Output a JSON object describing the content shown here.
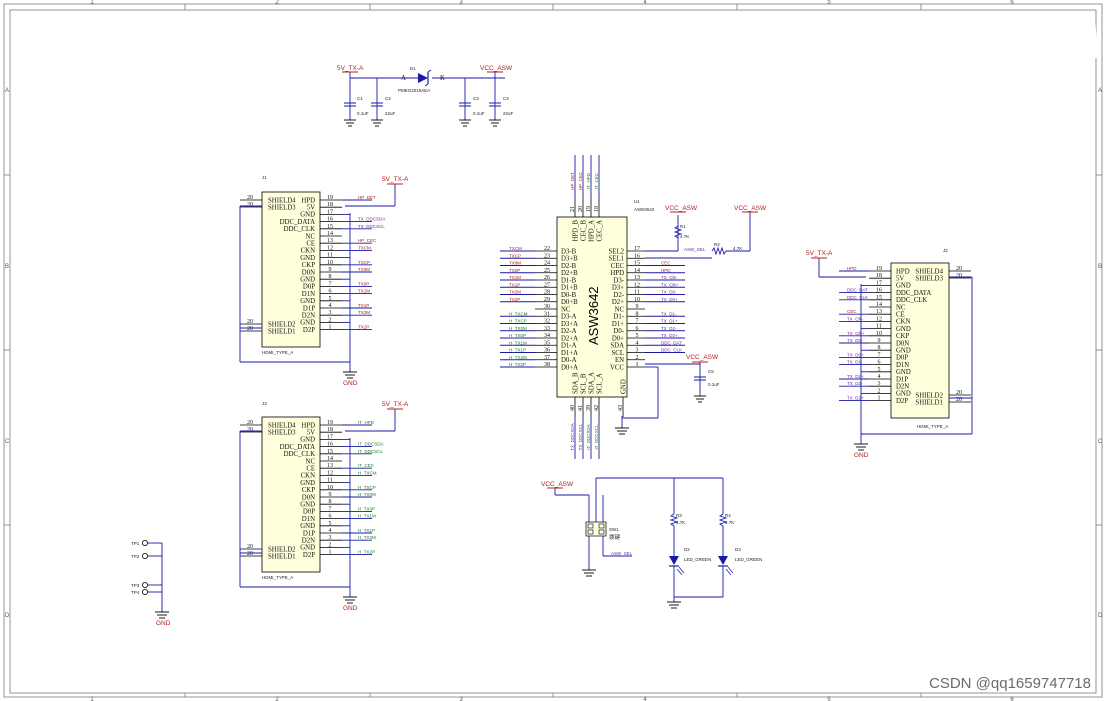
{
  "frame": {
    "col_labels": [
      "1",
      "2",
      "3",
      "4",
      "5",
      "6"
    ],
    "row_labels": [
      "A",
      "B",
      "C",
      "D"
    ]
  },
  "power_section": {
    "input_net": "5V_TX-A",
    "output_net": "VCC_ASW",
    "diode": {
      "ref": "D1",
      "part": "PMEG2010AEA",
      "anode": "A",
      "cathode": "K"
    },
    "caps": [
      {
        "ref": "C1",
        "value": "0.1uF"
      },
      {
        "ref": "C2",
        "value": "22uF"
      },
      {
        "ref": "C3",
        "value": "0.1uF"
      },
      {
        "ref": "C4",
        "value": "22uF"
      }
    ]
  },
  "j1": {
    "ref": "J1",
    "part": "HDMI_TYPE_A",
    "power": "5V_TX-A",
    "gnd": "GND",
    "nets": [
      "HP_DET",
      "",
      "",
      "TX_DDCSDA",
      "TX_DDCSCL",
      "",
      "HP_CEC",
      "TXCM",
      "",
      "TXCP",
      "TX0M",
      "",
      "TX0P",
      "TX1M",
      "",
      "TX1P",
      "TX2M",
      "",
      "TX2P"
    ]
  },
  "j3": {
    "ref": "J3",
    "part": "HDMI_TYPE_A",
    "power": "5V_TX-A",
    "gnd": "GND",
    "nets": [
      "IT_HPD",
      "",
      "",
      "IT_DDCSDA",
      "IT_DDCSCL",
      "",
      "IT_CEC",
      "H_TXCM",
      "",
      "H_TXCP",
      "H_TX0M",
      "",
      "H_TX0P",
      "H_TX1M",
      "",
      "H_TX1P",
      "H_TX2M",
      "",
      "H_TX2P"
    ]
  },
  "j2": {
    "ref": "J2",
    "part": "HDMI_TYPE_A",
    "power": "5V_TX-A",
    "gnd": "GND",
    "nets": [
      "HPD",
      "",
      "",
      "DDC_DAT",
      "DDC_CLK",
      "",
      "CEC",
      "TX_Clk-",
      "",
      "TX_Clk+",
      "TX_D0-",
      "",
      "TX_D0+",
      "TX_D1-",
      "",
      "TX_D1+",
      "TX_D2-",
      "",
      "TX_D2+"
    ]
  },
  "hdmi_pins": [
    {
      "num": "19",
      "name": "HPD"
    },
    {
      "num": "18",
      "name": "5V"
    },
    {
      "num": "17",
      "name": "GND"
    },
    {
      "num": "16",
      "name": "DDC_DATA"
    },
    {
      "num": "15",
      "name": "DDC_CLK"
    },
    {
      "num": "14",
      "name": "NC"
    },
    {
      "num": "13",
      "name": "CE"
    },
    {
      "num": "12",
      "name": "CKN"
    },
    {
      "num": "11",
      "name": "GND"
    },
    {
      "num": "10",
      "name": "CKP"
    },
    {
      "num": "9",
      "name": "D0N"
    },
    {
      "num": "8",
      "name": "GND"
    },
    {
      "num": "7",
      "name": "D0P"
    },
    {
      "num": "6",
      "name": "D1N"
    },
    {
      "num": "5",
      "name": "GND"
    },
    {
      "num": "4",
      "name": "D1P"
    },
    {
      "num": "3",
      "name": "D2N"
    },
    {
      "num": "2",
      "name": "GND"
    },
    {
      "num": "1",
      "name": "D2P"
    }
  ],
  "shields_top": [
    {
      "num": "20",
      "name": "SHIELD4"
    },
    {
      "num": "20",
      "name": "SHIELD3"
    }
  ],
  "shields_bottom": [
    {
      "num": "20",
      "name": "SHIELD2"
    },
    {
      "num": "20",
      "name": "SHIELD1"
    }
  ],
  "u1": {
    "ref": "U1",
    "part": "ASW3642",
    "title": "ASW3642",
    "top_pins": [
      {
        "num": "21",
        "name": "HPD_B",
        "net": "HP_DET"
      },
      {
        "num": "20",
        "name": "CEC_B",
        "net": "HP_CEC"
      },
      {
        "num": "19",
        "name": "HPD_A",
        "net": "IT_HPD"
      },
      {
        "num": "18",
        "name": "CEC_A",
        "net": "IT_CEC"
      }
    ],
    "left_pins": [
      {
        "num": "22",
        "name": "D3-B",
        "net": "TXCM"
      },
      {
        "num": "23",
        "name": "D3+B",
        "net": "TXCP"
      },
      {
        "num": "24",
        "name": "D2-B",
        "net": "TX0M"
      },
      {
        "num": "25",
        "name": "D2+B",
        "net": "TX0P"
      },
      {
        "num": "26",
        "name": "D1-B",
        "net": "TX1M"
      },
      {
        "num": "27",
        "name": "D1+B",
        "net": "TX1P"
      },
      {
        "num": "28",
        "name": "D0-B",
        "net": "TX2M"
      },
      {
        "num": "29",
        "name": "D0+B",
        "net": "TX2P"
      },
      {
        "num": "30",
        "name": "NC",
        "net": ""
      },
      {
        "num": "31",
        "name": "D3-A",
        "net": "H_TXCM"
      },
      {
        "num": "32",
        "name": "D3+A",
        "net": "H_TXCP"
      },
      {
        "num": "33",
        "name": "D2-A",
        "net": "H_TX0M"
      },
      {
        "num": "34",
        "name": "D2+A",
        "net": "H_TX0P"
      },
      {
        "num": "35",
        "name": "D1-A",
        "net": "H_TX1M"
      },
      {
        "num": "36",
        "name": "D1+A",
        "net": "H_TX1P"
      },
      {
        "num": "37",
        "name": "D0-A",
        "net": "H_TX2M"
      },
      {
        "num": "38",
        "name": "D0+A",
        "net": "H_TX2P"
      }
    ],
    "right_pins": [
      {
        "num": "17",
        "name": "SEL2",
        "net": ""
      },
      {
        "num": "16",
        "name": "SEL1",
        "net": "ASW_SEL"
      },
      {
        "num": "15",
        "name": "CEC",
        "net": "CEC"
      },
      {
        "num": "14",
        "name": "HPD",
        "net": "HPD"
      },
      {
        "num": "13",
        "name": "D3-",
        "net": "TX_Clk-"
      },
      {
        "num": "12",
        "name": "D3+",
        "net": "TX_Clk+"
      },
      {
        "num": "11",
        "name": "D2-",
        "net": "TX_D0-"
      },
      {
        "num": "10",
        "name": "D2+",
        "net": "TX_D0+"
      },
      {
        "num": "9",
        "name": "NC",
        "net": ""
      },
      {
        "num": "8",
        "name": "D1-",
        "net": "TX_D1-"
      },
      {
        "num": "7",
        "name": "D1+",
        "net": "TX_D1+"
      },
      {
        "num": "6",
        "name": "D0-",
        "net": "TX_D2-"
      },
      {
        "num": "5",
        "name": "D0+",
        "net": "TX_D2+"
      },
      {
        "num": "4",
        "name": "SDA",
        "net": "DDC_DAT"
      },
      {
        "num": "3",
        "name": "SCL",
        "net": "DDC_CLK"
      },
      {
        "num": "2",
        "name": "EN",
        "net": ""
      },
      {
        "num": "1",
        "name": "VCC",
        "net": ""
      }
    ],
    "bottom_pins": [
      {
        "num": "40",
        "name": "SDA_B",
        "net": "TX_DDCSDA"
      },
      {
        "num": "41",
        "name": "SCL_B",
        "net": "TX_DDCSCL"
      },
      {
        "num": "39",
        "name": "SDA_A",
        "net": "IT_DDCSDA"
      },
      {
        "num": "42",
        "name": "SCL_A",
        "net": "IT_DDCSCL"
      },
      {
        "num": "43",
        "name": "GND",
        "net": ""
      }
    ]
  },
  "select_section": {
    "r1": {
      "ref": "R1",
      "value": "4.7K"
    },
    "r2": {
      "ref": "R2",
      "value": "4.7K"
    },
    "r3": {
      "ref": "R3",
      "value": "4.7K"
    },
    "r4": {
      "ref": "R4",
      "value": "4.7K"
    },
    "c5": {
      "ref": "C5",
      "value": "0.1uF"
    },
    "sw1": {
      "ref": "SW1",
      "label": "拨键"
    },
    "d2": {
      "ref": "D2",
      "part": "LED_GREEN"
    },
    "d3": {
      "ref": "D3",
      "part": "LED_GREEN"
    },
    "vcc": "VCC_ASW",
    "sel_net": "ASW_SEL"
  },
  "testpoints": [
    "TP1",
    "TP2",
    "TP3",
    "TP4"
  ],
  "gnd_label": "GND",
  "watermark": "CSDN @qq1659747718",
  "colors": {
    "wire": "#1a1aa6",
    "power": "#b02020",
    "net_red": "#b02020",
    "net_green": "#1e7a2e",
    "net_purple": "#6a2a9a",
    "component": "#000000",
    "body": "#ffffdc"
  }
}
